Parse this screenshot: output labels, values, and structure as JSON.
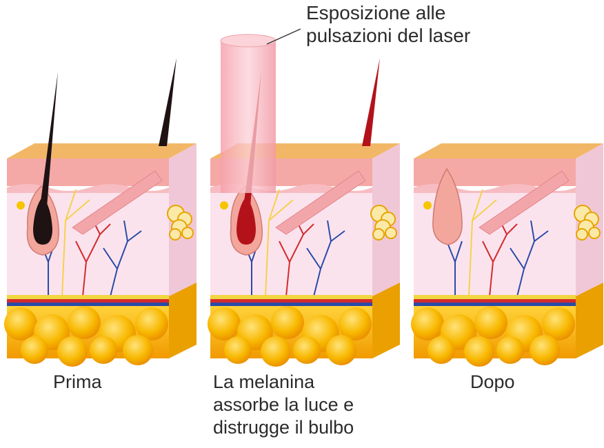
{
  "diagram": {
    "annotation": {
      "lines": [
        "Esposizione alle",
        "pulsazioni del laser"
      ]
    },
    "stages": [
      {
        "id": "before",
        "caption_lines": [
          "Prima"
        ],
        "hair_state": "intact"
      },
      {
        "id": "laser",
        "caption_lines": [
          "La melanina",
          "assorbe la luce e",
          "distrugge il bulbo"
        ],
        "hair_state": "absorbing"
      },
      {
        "id": "after",
        "caption_lines": [
          "Dopo"
        ],
        "hair_state": "destroyed"
      }
    ],
    "colors": {
      "skin_top": "#f2b766",
      "epidermis": "#f4a9a6",
      "dermis": "#fbe3ee",
      "fat": "#f7b400",
      "hair_dark": "#1e1213",
      "hair_red": "#b3121b",
      "laser_beam": "#f7a8b2",
      "artery": "#d42b2b",
      "vein": "#2a4aa8",
      "nerve": "#f4d24a"
    }
  }
}
